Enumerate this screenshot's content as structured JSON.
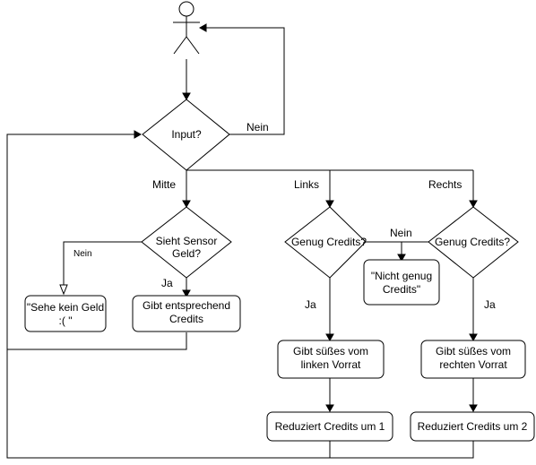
{
  "nodes": {
    "input": "Input?",
    "sensor_line1": "Sieht Sensor",
    "sensor_line2": "Geld?",
    "credits_left": "Genug Credits?",
    "credits_right": "Genug Credits?",
    "no_money_line1": "\"Sehe kein Geld",
    "no_money_line2": ":( \"",
    "give_credits_line1": "Gibt entsprechend",
    "give_credits_line2": "Credits",
    "not_enough_line1": "\"Nicht genug",
    "not_enough_line2": "Credits\"",
    "give_left_line1": "Gibt süßes vom",
    "give_left_line2": "linken Vorrat",
    "give_right_line1": "Gibt süßes vom",
    "give_right_line2": "rechten Vorrat",
    "reduce_1": "Reduziert Credits um 1",
    "reduce_2": "Reduziert Credits um 2"
  },
  "edges": {
    "nein_top": "Nein",
    "mitte": "Mitte",
    "links": "Links",
    "rechts": "Rechts",
    "nein_sensor": "Nein",
    "ja_sensor": "Ja",
    "nein_credits": "Nein",
    "ja_left": "Ja",
    "ja_right": "Ja"
  },
  "colors": {
    "stroke": "#000000",
    "fill": "#ffffff"
  }
}
